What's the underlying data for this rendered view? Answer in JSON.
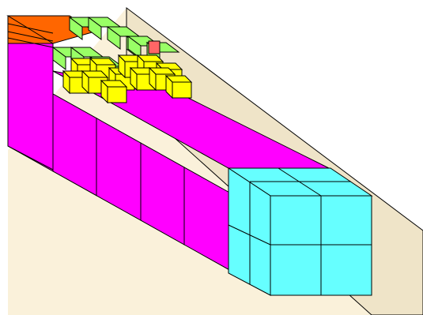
{
  "scene": {
    "description_type": "3D container load plan view",
    "colors": {
      "background": "#ffffff",
      "container_floor": "#FAF1DA",
      "container_wall": "#EFE4C8",
      "outline": "#000000",
      "magenta": "#FF00FF",
      "cyan": "#66FFFF",
      "yellow": "#FFFF00",
      "green": "#99FF66",
      "orange": "#FF6600",
      "red": "#FF6666"
    },
    "cargo_groups": [
      {
        "name": "magenta-cartons",
        "color": "magenta",
        "count": 5
      },
      {
        "name": "cyan-cartons",
        "color": "cyan",
        "count": 8
      },
      {
        "name": "yellow-cartons",
        "color": "yellow",
        "count": 12
      },
      {
        "name": "green-cartons",
        "color": "green",
        "count": 12
      },
      {
        "name": "orange-cartons",
        "color": "orange",
        "count": 3
      },
      {
        "name": "red-cartons",
        "color": "red",
        "count": 1
      }
    ]
  }
}
